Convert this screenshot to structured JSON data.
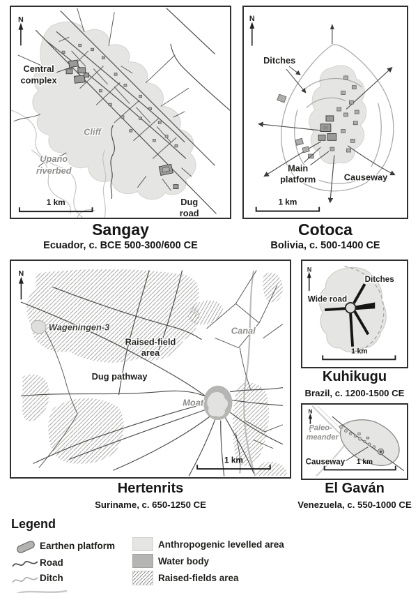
{
  "colors": {
    "levelled_area": "#e5e5e3",
    "water_body": "#b5b5b3",
    "road": "#4d4d4b",
    "ditch": "#b0b0ae",
    "hatch": "#a8a8a6",
    "panel_border": "#2e2e2c"
  },
  "panels": {
    "sangay": {
      "title": "Sangay",
      "subtitle": "Ecuador, c. BCE 500-300/600 CE",
      "north": "N",
      "scale": "1 km",
      "labels": {
        "central_1": "Central",
        "central_2": "complex",
        "cliff": "Cliff",
        "upano_1": "Upano",
        "upano_2": "riverbed",
        "dug_1": "Dug",
        "dug_2": "road"
      }
    },
    "cotoca": {
      "title": "Cotoca",
      "subtitle": "Bolivia, c. 500-1400 CE",
      "north": "N",
      "scale": "1 km",
      "labels": {
        "ditches": "Ditches",
        "main_1": "Main",
        "main_2": "platform",
        "causeway": "Causeway"
      }
    },
    "hertenrits": {
      "title": "Hertenrits",
      "subtitle": "Suriname, c. 650-1250 CE",
      "north": "N",
      "scale": "1 km",
      "labels": {
        "wageningen": "Wageningen-3",
        "raised_1": "Raised-field",
        "raised_2": "area",
        "dug_pathway": "Dug pathway",
        "moat": "Moat",
        "canal": "Canal"
      }
    },
    "kuhikugu": {
      "title": "Kuhikugu",
      "subtitle": "Brazil, c. 1200-1500 CE",
      "north": "N",
      "scale": "1 km",
      "labels": {
        "ditches": "Ditches",
        "wide_road": "Wide road"
      }
    },
    "elgavan": {
      "title": "El Gaván",
      "subtitle": "Venezuela, c. 550-1000 CE",
      "north": "N",
      "scale": "1 km",
      "labels": {
        "paleo_1": "Paleo-",
        "paleo_2": "meander",
        "causeway": "Causeway"
      }
    }
  },
  "legend": {
    "heading": "Legend",
    "left": [
      {
        "label": "Earthen platform"
      },
      {
        "label": "Road"
      },
      {
        "label": "Ditch"
      }
    ],
    "right": [
      {
        "label": "Anthropogenic levelled area"
      },
      {
        "label": "Water body"
      },
      {
        "label": "Raised-fields area"
      }
    ]
  }
}
